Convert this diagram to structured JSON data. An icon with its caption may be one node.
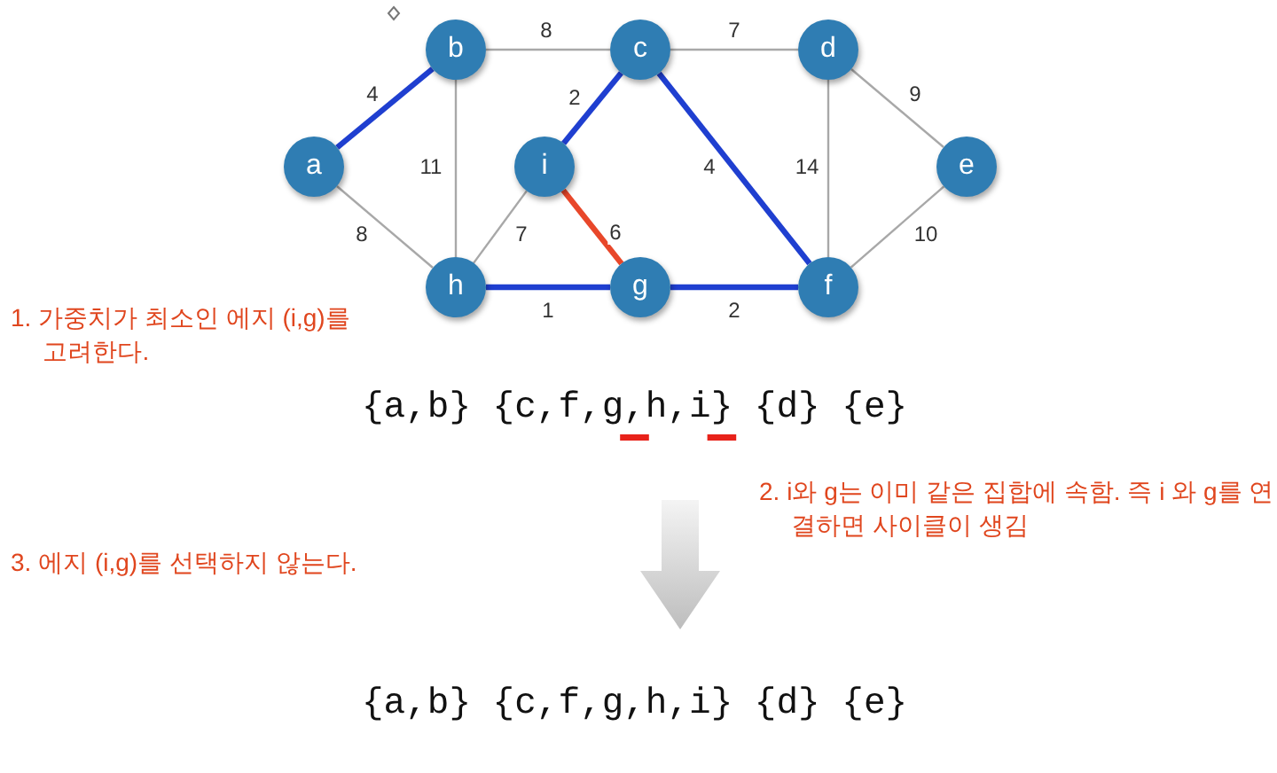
{
  "diagram": {
    "nodes": [
      {
        "text": [
          "b"
        ]
      },
      {
        "text": [
          "c"
        ]
      },
      {
        "text": [
          "d"
        ]
      },
      {
        "text": [
          "a"
        ]
      },
      {
        "text": [
          "i"
        ]
      },
      {
        "text": [
          "e"
        ]
      },
      {
        "text": [
          "h"
        ]
      },
      {
        "text": [
          "g"
        ]
      },
      {
        "text": [
          "f"
        ]
      }
    ],
    "edges": [
      {
        "from": 3,
        "to": 0,
        "arrow": "none",
        "label": "4",
        "style": "thick",
        "color": "#1f3fd0"
      },
      {
        "from": 0,
        "to": 1,
        "arrow": "none",
        "label": "8"
      },
      {
        "from": 1,
        "to": 2,
        "arrow": "none",
        "label": "7"
      },
      {
        "from": 0,
        "to": 6,
        "arrow": "none",
        "label": "11"
      },
      {
        "from": 1,
        "to": 4,
        "arrow": "none",
        "label": "2",
        "style": "thick",
        "color": "#1f3fd0"
      },
      {
        "from": 1,
        "to": 8,
        "arrow": "none",
        "label": "4",
        "style": "thick",
        "color": "#1f3fd0"
      },
      {
        "from": 2,
        "to": 8,
        "arrow": "none",
        "label": "14"
      },
      {
        "from": 2,
        "to": 5,
        "arrow": "none",
        "label": "9"
      },
      {
        "from": 3,
        "to": 6,
        "arrow": "none",
        "label": "8"
      },
      {
        "from": 4,
        "to": 6,
        "arrow": "none",
        "label": "7"
      },
      {
        "from": 4,
        "to": 7,
        "arrow": "none",
        "label": "6",
        "style": "thick",
        "color": "#e8472a"
      },
      {
        "from": 6,
        "to": 7,
        "arrow": "none",
        "label": "1",
        "style": "thick",
        "color": "#1f3fd0"
      },
      {
        "from": 7,
        "to": 8,
        "arrow": "none",
        "label": "2",
        "style": "thick",
        "color": "#1f3fd0"
      },
      {
        "from": 5,
        "to": 8,
        "arrow": "none",
        "label": "10"
      }
    ],
    "labels": [
      "1. 가중치가 최소인 에지 (i,g)를 고려한다.",
      "{a,b} {c,f,g,h,i} {d} {e}",
      "2. i와 g는 이미 같은 집합에 속함. 즉 i 와 g를 연결하면 사이클이 생김",
      "3. 에지 (i,g)를 선택하지 않는다.",
      "{a,b} {c,f,g,h,i} {d} {e}"
    ]
  }
}
